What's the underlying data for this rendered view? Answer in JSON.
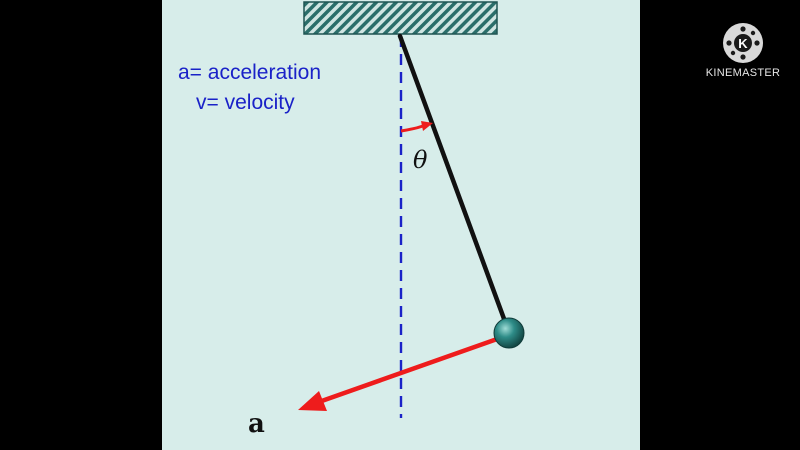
{
  "legend": {
    "acceleration": "a= acceleration",
    "velocity": "v= velocity"
  },
  "diagram": {
    "angle_symbol": "θ",
    "acceleration_label": "a"
  },
  "watermark": {
    "brand": "KINEMASTER",
    "icon": "kinemaster-logo-icon"
  },
  "colors": {
    "panel_background": "#d7edea",
    "legend_text": "#1a22c8",
    "arrow": "#ee1c1c",
    "bob": "#2e8c88",
    "support_hatch": "#2a6e6a",
    "vertical_reference": "#1a22c8"
  }
}
